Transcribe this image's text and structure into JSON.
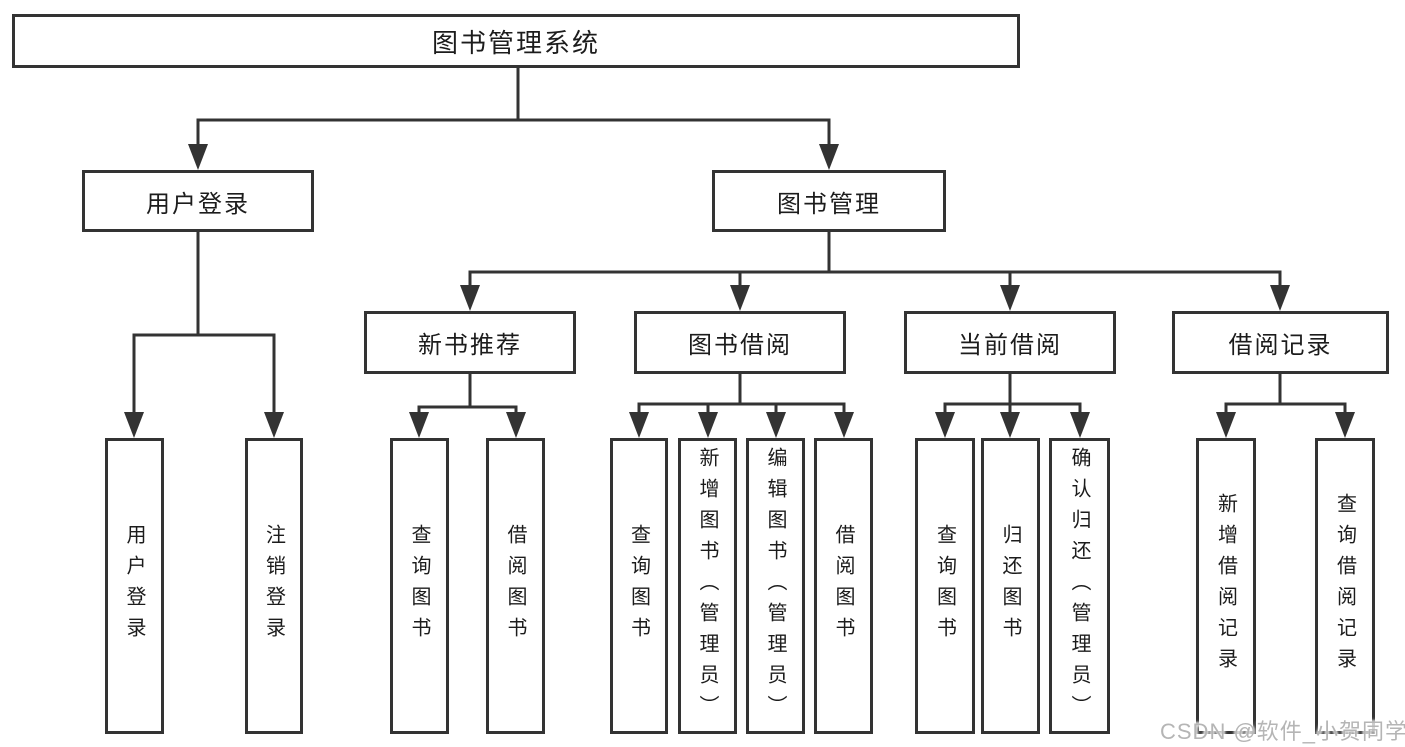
{
  "diagram": {
    "title": "图书管理系统",
    "nodes": [
      {
        "id": "root",
        "label": "图书管理系统",
        "level": 1,
        "vertical": false
      },
      {
        "id": "user-login",
        "label": "用户登录",
        "level": 2,
        "vertical": false
      },
      {
        "id": "book-mgmt",
        "label": "图书管理",
        "level": 2,
        "vertical": false
      },
      {
        "id": "new-book-rec",
        "label": "新书推荐",
        "level": 3,
        "vertical": false
      },
      {
        "id": "book-borrow",
        "label": "图书借阅",
        "level": 3,
        "vertical": false
      },
      {
        "id": "current-borrow",
        "label": "当前借阅",
        "level": 3,
        "vertical": false
      },
      {
        "id": "borrow-records",
        "label": "借阅记录",
        "level": 3,
        "vertical": false
      },
      {
        "id": "leaf-login",
        "label": "用户登录",
        "level": 4,
        "vertical": true
      },
      {
        "id": "leaf-logout",
        "label": "注销登录",
        "level": 4,
        "vertical": true
      },
      {
        "id": "leaf-rec-query",
        "label": "查询图书",
        "level": 4,
        "vertical": true
      },
      {
        "id": "leaf-rec-borrow",
        "label": "借阅图书",
        "level": 4,
        "vertical": true
      },
      {
        "id": "leaf-bb-query",
        "label": "查询图书",
        "level": 4,
        "vertical": true
      },
      {
        "id": "leaf-bb-add",
        "label": "新增图书（管理员）",
        "level": 4,
        "vertical": true
      },
      {
        "id": "leaf-bb-edit",
        "label": "编辑图书（管理员）",
        "level": 4,
        "vertical": true
      },
      {
        "id": "leaf-bb-borrow",
        "label": "借阅图书",
        "level": 4,
        "vertical": true
      },
      {
        "id": "leaf-cb-query",
        "label": "查询图书",
        "level": 4,
        "vertical": true
      },
      {
        "id": "leaf-cb-return",
        "label": "归还图书",
        "level": 4,
        "vertical": true
      },
      {
        "id": "leaf-cb-confirm",
        "label": "确认归还（管理员）",
        "level": 4,
        "vertical": true
      },
      {
        "id": "leaf-br-add",
        "label": "新增借阅记录",
        "level": 4,
        "vertical": true
      },
      {
        "id": "leaf-br-query",
        "label": "查询借阅记录",
        "level": 4,
        "vertical": true
      }
    ],
    "edges": [
      [
        "root",
        "user-login"
      ],
      [
        "root",
        "book-mgmt"
      ],
      [
        "user-login",
        "leaf-login"
      ],
      [
        "user-login",
        "leaf-logout"
      ],
      [
        "book-mgmt",
        "new-book-rec"
      ],
      [
        "book-mgmt",
        "book-borrow"
      ],
      [
        "book-mgmt",
        "current-borrow"
      ],
      [
        "book-mgmt",
        "borrow-records"
      ],
      [
        "new-book-rec",
        "leaf-rec-query"
      ],
      [
        "new-book-rec",
        "leaf-rec-borrow"
      ],
      [
        "book-borrow",
        "leaf-bb-query"
      ],
      [
        "book-borrow",
        "leaf-bb-add"
      ],
      [
        "book-borrow",
        "leaf-bb-edit"
      ],
      [
        "book-borrow",
        "leaf-bb-borrow"
      ],
      [
        "current-borrow",
        "leaf-cb-query"
      ],
      [
        "current-borrow",
        "leaf-cb-return"
      ],
      [
        "current-borrow",
        "leaf-cb-confirm"
      ],
      [
        "borrow-records",
        "leaf-br-add"
      ],
      [
        "borrow-records",
        "leaf-br-query"
      ]
    ]
  },
  "colors": {
    "line": "#333333",
    "text": "#1c1c1c",
    "background": "#ffffff",
    "watermark": "#b5b5b5"
  },
  "watermark": {
    "text": "CSDN @软件_小贺同学"
  }
}
